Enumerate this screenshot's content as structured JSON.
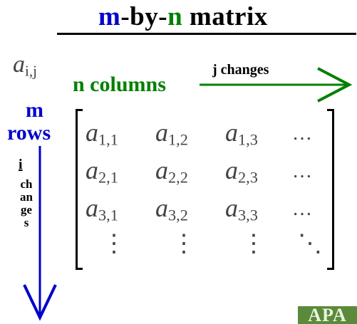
{
  "title": {
    "m": "m",
    "dash1": "-by-",
    "n": "n",
    "rest": "matrix"
  },
  "generic_entry": {
    "base": "a",
    "sub": "i,j"
  },
  "n_columns": "n columns",
  "j_changes": {
    "letter": "j",
    "rest": "changes"
  },
  "m_label": "m",
  "rows_label": "rows",
  "i_label": "i",
  "changes_vertical": "changes",
  "matrix": {
    "rows": [
      [
        "1,1",
        "1,2",
        "1,3"
      ],
      [
        "2,1",
        "2,2",
        "2,3"
      ],
      [
        "3,1",
        "3,2",
        "3,3"
      ]
    ],
    "base": "a",
    "hdots": "…",
    "vdots": "⋮",
    "ddots": "⋱"
  },
  "colors": {
    "m": "#0000cc",
    "n": "#008000",
    "logo_bg": "#5a8a3a"
  },
  "logo": "APA"
}
